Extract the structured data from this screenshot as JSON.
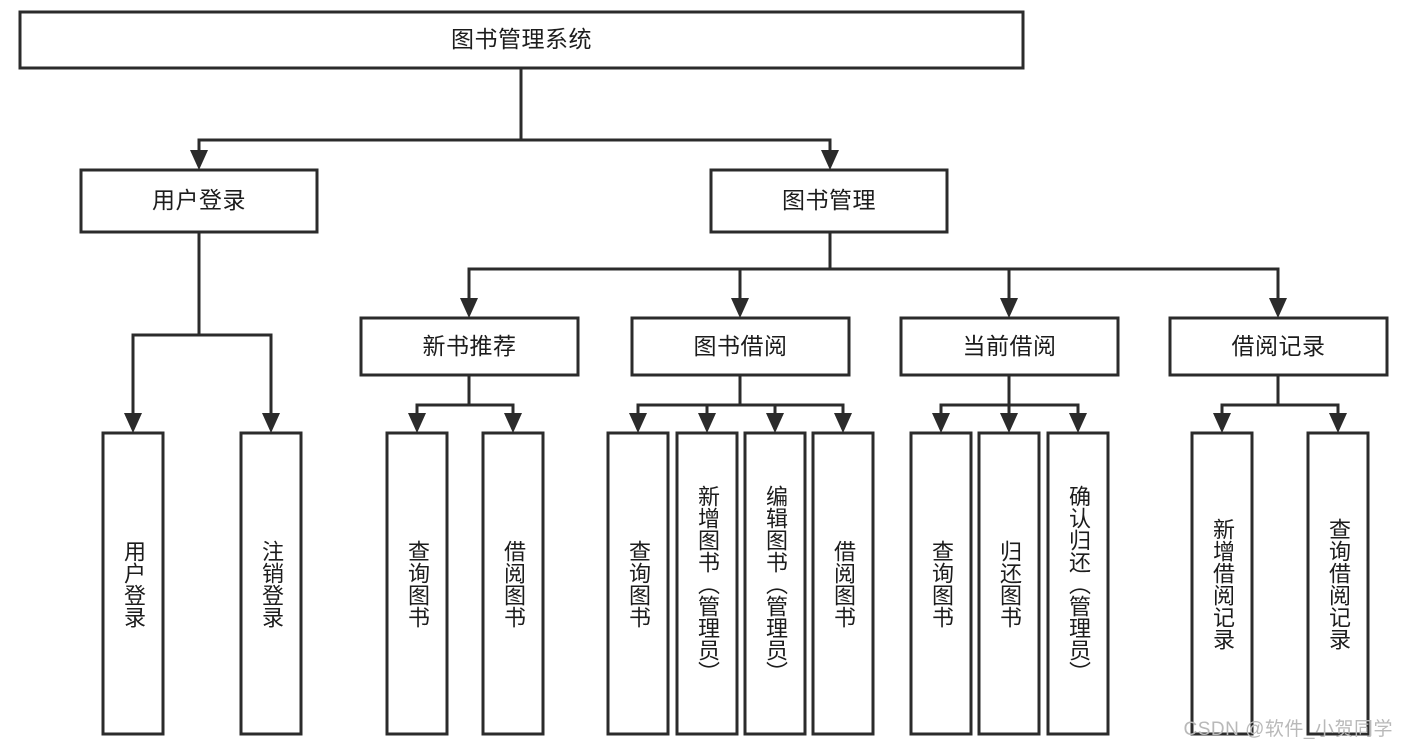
{
  "diagram": {
    "type": "tree-hierarchy",
    "title": "图书管理系统",
    "watermark": "CSDN @软件_小贺同学",
    "root": {
      "id": "root",
      "label": "图书管理系统",
      "orientation": "horizontal"
    },
    "level2": [
      {
        "id": "user-login",
        "label": "用户登录",
        "orientation": "horizontal"
      },
      {
        "id": "book-manage",
        "label": "图书管理",
        "orientation": "horizontal"
      }
    ],
    "level3": [
      {
        "id": "new-book-recommend",
        "label": "新书推荐",
        "orientation": "horizontal",
        "parent": "book-manage"
      },
      {
        "id": "book-borrow",
        "label": "图书借阅",
        "orientation": "horizontal",
        "parent": "book-manage"
      },
      {
        "id": "current-borrow",
        "label": "当前借阅",
        "orientation": "horizontal",
        "parent": "book-manage"
      },
      {
        "id": "borrow-record",
        "label": "借阅记录",
        "orientation": "horizontal",
        "parent": "book-manage"
      }
    ],
    "leaves": [
      {
        "id": "leaf-user-login",
        "label": "用户登录",
        "orientation": "vertical",
        "parent": "user-login"
      },
      {
        "id": "leaf-user-logout",
        "label": "注销登录",
        "orientation": "vertical",
        "parent": "user-login"
      },
      {
        "id": "leaf-query-book-1",
        "label": "查询图书",
        "orientation": "vertical",
        "parent": "new-book-recommend"
      },
      {
        "id": "leaf-borrow-book-1",
        "label": "借阅图书",
        "orientation": "vertical",
        "parent": "new-book-recommend"
      },
      {
        "id": "leaf-query-book-2",
        "label": "查询图书",
        "orientation": "vertical",
        "parent": "book-borrow"
      },
      {
        "id": "leaf-add-book",
        "label": "新增图书（管理员）",
        "orientation": "vertical",
        "parent": "book-borrow"
      },
      {
        "id": "leaf-edit-book",
        "label": "编辑图书（管理员）",
        "orientation": "vertical",
        "parent": "book-borrow"
      },
      {
        "id": "leaf-borrow-book-2",
        "label": "借阅图书",
        "orientation": "vertical",
        "parent": "book-borrow"
      },
      {
        "id": "leaf-query-book-3",
        "label": "查询图书",
        "orientation": "vertical",
        "parent": "current-borrow"
      },
      {
        "id": "leaf-return-book",
        "label": "归还图书",
        "orientation": "vertical",
        "parent": "current-borrow"
      },
      {
        "id": "leaf-confirm-return",
        "label": "确认归还（管理员）",
        "orientation": "vertical",
        "parent": "current-borrow"
      },
      {
        "id": "leaf-add-record",
        "label": "新增借阅记录",
        "orientation": "vertical",
        "parent": "borrow-record"
      },
      {
        "id": "leaf-query-record",
        "label": "查询借阅记录",
        "orientation": "vertical",
        "parent": "borrow-record"
      }
    ],
    "colors": {
      "stroke": "#2b2b2b",
      "fill": "#ffffff",
      "text": "#1c1c1c",
      "watermark": "#b9b9b9"
    }
  }
}
